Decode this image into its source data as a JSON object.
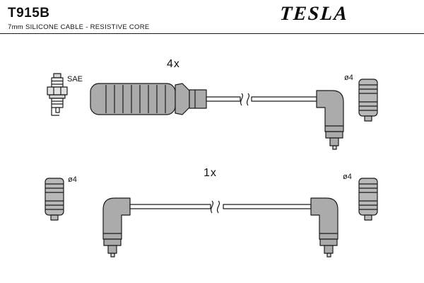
{
  "header": {
    "part_number": "T915B",
    "subtitle": "7mm SILICONE CABLE - RESISTIVE CORE",
    "brand": "TESLA"
  },
  "assemblies": {
    "top": {
      "quantity": "4x",
      "plug_standard": "SAE",
      "terminal_diameter": "ø4"
    },
    "bottom": {
      "quantity": "1x",
      "terminal_diameter_left": "ø4",
      "terminal_diameter_right": "ø4"
    }
  },
  "colors": {
    "line": "#1a1a1a",
    "boot_fill": "#ababab",
    "terminal_fill": "#b8b8b8",
    "plug_fill": "#e2e2e2",
    "wire_fill": "#ffffff",
    "background": "#ffffff"
  }
}
